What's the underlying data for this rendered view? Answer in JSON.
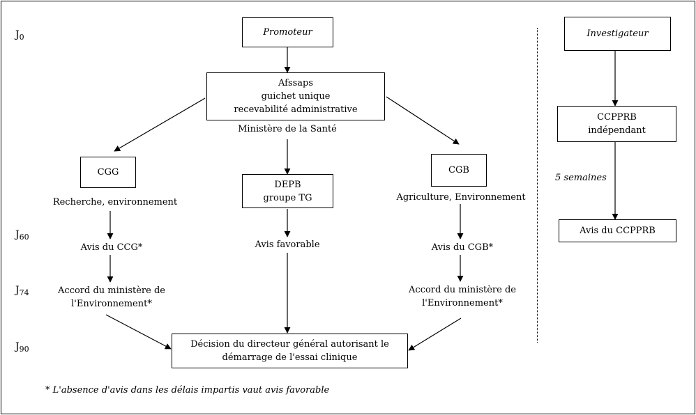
{
  "days": [
    {
      "id": "j0",
      "main": "J",
      "sub": "0"
    },
    {
      "id": "j60",
      "main": "J",
      "sub": "60"
    },
    {
      "id": "j74",
      "main": "J",
      "sub": "74"
    },
    {
      "id": "j90",
      "main": "J",
      "sub": "90"
    }
  ],
  "promoteur": "Promoteur",
  "afssaps": [
    "Afssaps",
    "guichet unique",
    "recevabilité administrative"
  ],
  "ministere_sante": "Ministère de la Santé",
  "cgg": {
    "box": "CGG",
    "domain": "Recherche, environnement",
    "avis": "Avis du CCG*",
    "accord": [
      "Accord du ministère de",
      "l'Environnement*"
    ]
  },
  "depb": {
    "box": [
      "DEPB",
      "groupe TG"
    ],
    "avis": "Avis favorable"
  },
  "cgb": {
    "box": "CGB",
    "domain": "Agriculture, Environnement",
    "avis": "Avis du CGB*",
    "accord": [
      "Accord du ministère de",
      "l'Environnement*"
    ]
  },
  "decision": [
    "Décision du directeur général autorisant le",
    "démarrage de l'essai clinique"
  ],
  "investigateur": "Investigateur",
  "ccpprb": [
    "CCPPRB",
    "indépendant"
  ],
  "delay": "5 semaines",
  "avis_ccpprb": "Avis du CCPPRB",
  "footnote": "* L'absence d'avis dans les délais impartis vaut avis favorable"
}
